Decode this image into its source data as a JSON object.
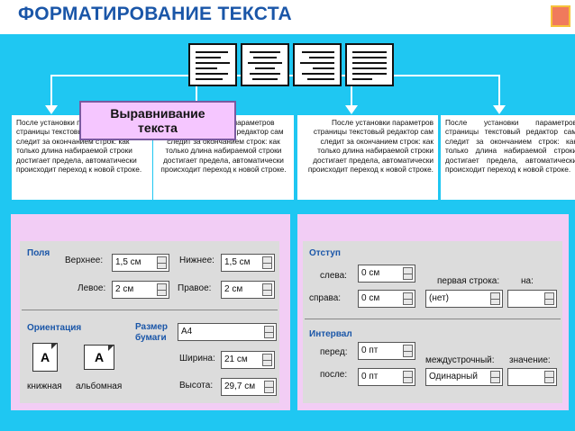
{
  "title": "ФОРМАТИРОВАНИЕ ТЕКСТА",
  "colors": {
    "title": "#1a56a8",
    "background": "#1fc7f2",
    "panel": "#f2cdf5",
    "panel_inner": "#dcdcdc",
    "accent_button": "#f07a5c"
  },
  "callout": {
    "line1": "Выравнивание",
    "line2": "текста"
  },
  "sample_text": {
    "left": "После установки параметров страницы текстовый редактор сам следит за окончанием строк: как только длина набираемой строки достигает предела, автоматически происходит переход к новой строке.",
    "center": "После установки параметров страницы текстовый редактор сам следит за окончанием строк: как только длина набираемой строки достигает предела, автоматически происходит переход к новой строке.",
    "right": "После установки параметров страницы текстовый редактор сам следит за окончанием строк: как только длина набираемой строки достигает предела, автоматически происходит переход к новой строке.",
    "justify": "После установки параметров страницы текстовый редактор сам следит за окончанием строк: как только длина набираемой строки достигает предела, автоматически происходит переход к новой строке."
  },
  "page_setup": {
    "margins_title": "Поля",
    "top_label": "Верхнее:",
    "top_value": "1,5 см",
    "bottom_label": "Нижнее:",
    "bottom_value": "1,5 см",
    "left_label": "Левое:",
    "left_value": "2 см",
    "right_label": "Правое:",
    "right_value": "2 см",
    "orientation_title": "Ориентация",
    "portrait_label": "книжная",
    "landscape_label": "альбомная",
    "orientation_letter": "A",
    "paper_title": "Размер бумаги",
    "paper_value": "A4",
    "width_label": "Ширина:",
    "width_value": "21 см",
    "height_label": "Высота:",
    "height_value": "29,7 см"
  },
  "paragraph": {
    "indent_title": "Отступ",
    "left_label": "слева:",
    "left_value": "0 см",
    "right_label": "справа:",
    "right_value": "0 см",
    "first_line_label": "первая строка:",
    "first_line_value": "(нет)",
    "on_label": "на:",
    "interval_title": "Интервал",
    "before_label": "перед:",
    "before_value": "0 пт",
    "after_label": "после:",
    "after_value": "0 пт",
    "line_spacing_label": "междустрочный:",
    "line_spacing_value": "Одинарный",
    "value_label": "значение:"
  }
}
